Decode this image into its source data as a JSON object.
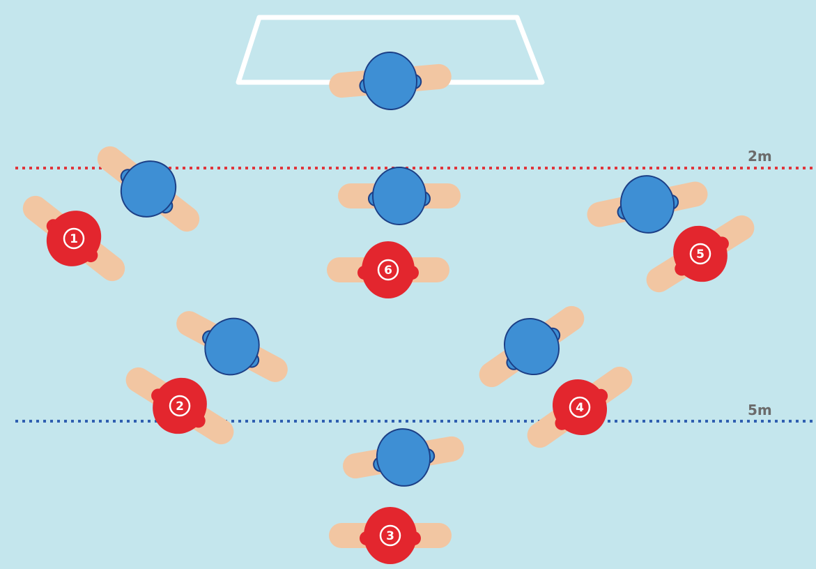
{
  "lines": {
    "two_m": {
      "label": "2m",
      "color": "#e0353b"
    },
    "five_m": {
      "label": "5m",
      "color": "#2f5fb0"
    }
  },
  "colors": {
    "water": "#c4e6ed",
    "arms": "#f2c6a2",
    "attacker": "#e3262e",
    "defender": "#3e8fd4",
    "defender_outline": "#1c3f86",
    "goal": "#ffffff"
  },
  "attackers": [
    {
      "number": "1"
    },
    {
      "number": "2"
    },
    {
      "number": "3"
    },
    {
      "number": "4"
    },
    {
      "number": "5"
    },
    {
      "number": "6"
    }
  ],
  "defenders_count_label": "7"
}
